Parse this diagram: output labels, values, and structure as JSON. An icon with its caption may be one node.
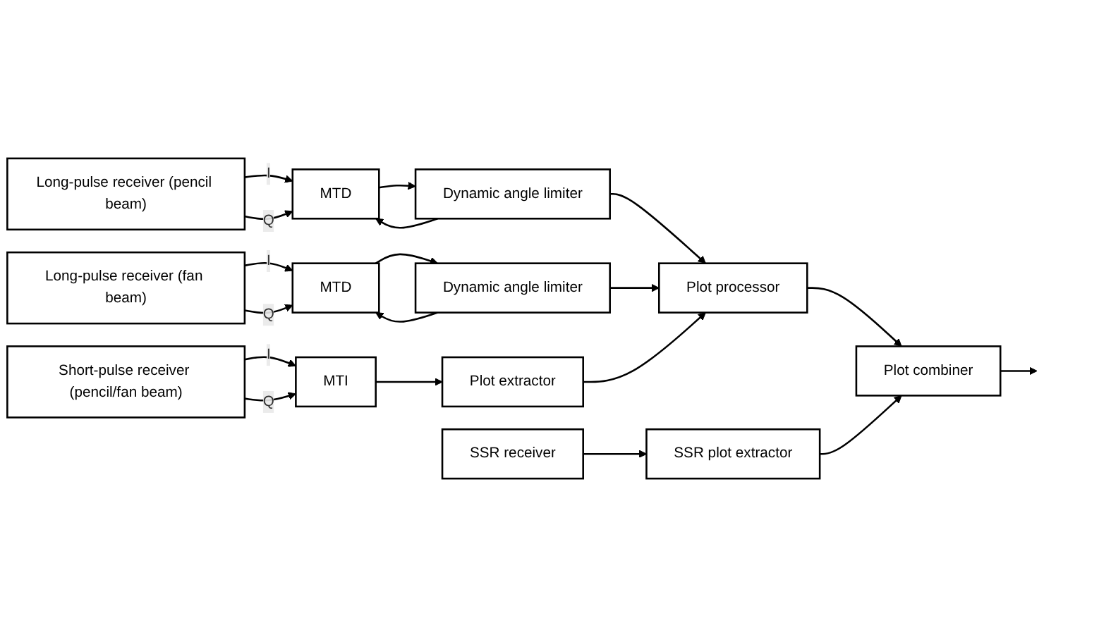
{
  "diagram": {
    "nodes": [
      {
        "text": [
          "Long-pulse receiver (pencil beam)"
        ]
      },
      {
        "text": [
          "MTD"
        ]
      },
      {
        "text": [
          "Dynamic angle limiter"
        ]
      },
      {
        "text": [
          "Long-pulse receiver (fan beam)"
        ]
      },
      {
        "text": [
          "MTD"
        ]
      },
      {
        "text": [
          "Dynamic angle limiter"
        ]
      },
      {
        "text": [
          "Plot processor"
        ]
      },
      {
        "text": [
          "Plot combiner"
        ]
      },
      {
        "text": [
          "Short-pulse receiver (pencil/fan beam)"
        ]
      },
      {
        "text": [
          "MTI"
        ]
      },
      {
        "text": [
          "Plot extractor"
        ]
      },
      {
        "text": [
          "SSR receiver"
        ]
      },
      {
        "text": [
          "SSR plot extractor"
        ]
      }
    ],
    "edges": [
      {
        "from": 0,
        "to": 1,
        "arrow": "to",
        "label": "I"
      },
      {
        "from": 0,
        "to": 1,
        "arrow": "to",
        "label": "Q"
      },
      {
        "from": 1,
        "to": 2,
        "arrow": "to"
      },
      {
        "from": 2,
        "to": 1,
        "arrow": "to"
      },
      {
        "from": 2,
        "to": 6,
        "arrow": "to"
      },
      {
        "from": 3,
        "to": 4,
        "arrow": "to",
        "label": "I"
      },
      {
        "from": 3,
        "to": 4,
        "arrow": "to",
        "label": "Q"
      },
      {
        "from": 4,
        "to": 5,
        "arrow": "to"
      },
      {
        "from": 5,
        "to": 4,
        "arrow": "to"
      },
      {
        "from": 5,
        "to": 6,
        "arrow": "to"
      },
      {
        "from": 8,
        "to": 9,
        "arrow": "to",
        "label": "I"
      },
      {
        "from": 8,
        "to": 9,
        "arrow": "to",
        "label": "Q"
      },
      {
        "from": 9,
        "to": 10,
        "arrow": "to"
      },
      {
        "from": 10,
        "to": 6,
        "arrow": "to"
      },
      {
        "from": 6,
        "to": 7,
        "arrow": "to"
      },
      {
        "from": 7,
        "to": null,
        "arrow": "to"
      },
      {
        "from": 11,
        "to": 12,
        "arrow": "to"
      },
      {
        "from": 12,
        "to": 7,
        "arrow": "to"
      }
    ]
  }
}
